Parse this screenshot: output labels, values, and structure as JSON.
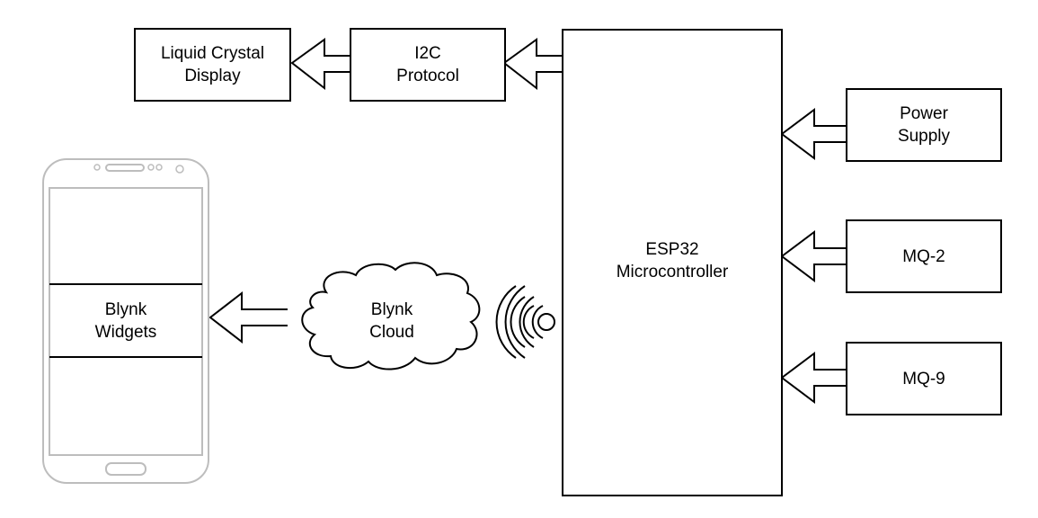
{
  "nodes": {
    "lcd": {
      "line1": "Liquid Crystal",
      "line2": "Display"
    },
    "i2c": {
      "line1": "I2C",
      "line2": "Protocol"
    },
    "esp32": {
      "line1": "ESP32",
      "line2": "Microcontroller"
    },
    "power_supply": {
      "line1": "Power",
      "line2": "Supply"
    },
    "mq2": {
      "line1": "MQ-2"
    },
    "mq9": {
      "line1": "MQ-9"
    },
    "blynk_cloud": {
      "line1": "Blynk",
      "line2": "Cloud"
    },
    "blynk_widgets": {
      "line1": "Blynk",
      "line2": "Widgets"
    }
  },
  "icons": {
    "phone": "smartphone-icon",
    "wireless": "wifi-signal-icon",
    "cloud": "cloud-icon"
  },
  "colors": {
    "stroke": "#000000",
    "phone_outline": "#bdbdbd",
    "background": "#ffffff"
  }
}
